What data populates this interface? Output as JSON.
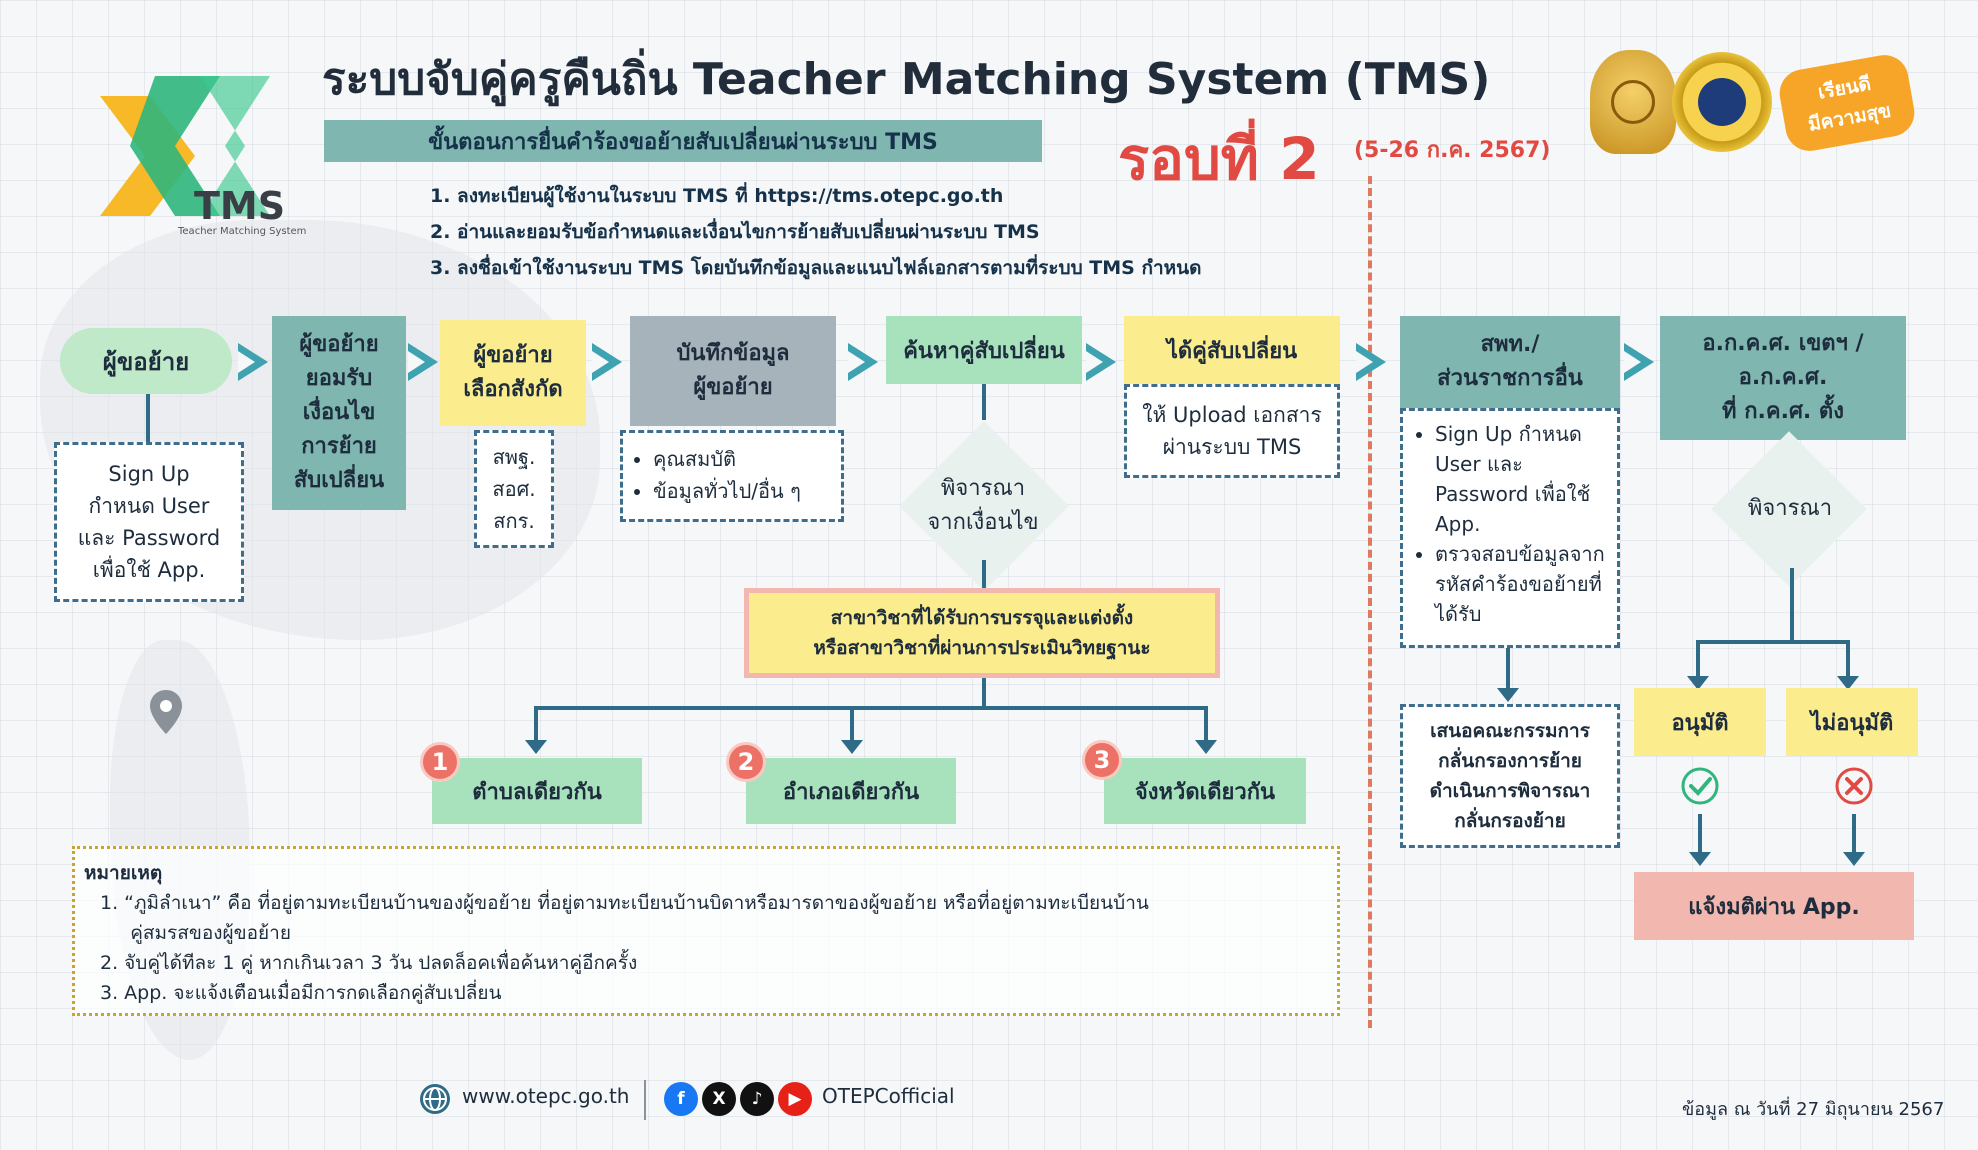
{
  "header": {
    "title": "ระบบจับคู่ครูคืนถิ่น Teacher Matching System (TMS)",
    "subtitle": "ขั้นตอนการยื่นคำร้องขอย้ายสับเปลี่ยนผ่านระบบ TMS",
    "round": "รอบที่ 2",
    "round_date": "(5-26 ก.ค. 2567)",
    "logo_text": "TMS",
    "logo_subtext": "Teacher Matching System",
    "badge_text_1": "เรียนดี",
    "badge_text_2": "มีความสุข"
  },
  "steps": [
    "1.  ลงทะเบียนผู้ใช้งานในระบบ TMS ที่ https://tms.otepc.go.th",
    "2.  อ่านและยอมรับข้อกำหนดและเงื่อนไขการย้ายสับเปลี่ยนผ่านระบบ TMS",
    "3.  ลงชื่อเข้าใช้งานระบบ TMS โดยบันทึกข้อมูลและแนบไฟล์เอกสารตามที่ระบบ TMS กำหนด"
  ],
  "flow": {
    "applicant": "ผู้ขอย้าย",
    "signup_note": [
      "Sign Up",
      "กำหนด User",
      "และ Password",
      "เพื่อใช้ App."
    ],
    "accept": [
      "ผู้ขอย้าย",
      "ยอมรับ",
      "เงื่อนไข",
      "การย้าย",
      "สับเปลี่ยน"
    ],
    "select_agency": [
      "ผู้ขอย้าย",
      "เลือกสังกัด"
    ],
    "agencies": [
      "สพฐ.",
      "สอศ.",
      "สกร."
    ],
    "record": [
      "บันทึกข้อมูล",
      "ผู้ขอย้าย"
    ],
    "record_items": [
      "คุณสมบัติ",
      "ข้อมูลทั่วไป/อื่น ๆ"
    ],
    "search_pair": "ค้นหาคู่สับเปลี่ยน",
    "consider": [
      "พิจารณา",
      "จากเงื่อนไข"
    ],
    "got_pair": "ได้คู่สับเปลี่ยน",
    "upload": [
      "ให้ Upload เอกสาร",
      "ผ่านระบบ TMS"
    ],
    "subject": [
      "สาขาวิชาที่ได้รับการบรรจุและแต่งตั้ง",
      "หรือสาขาวิชาที่ผ่านการประเมินวิทยฐานะ"
    ],
    "options": [
      {
        "num": "1",
        "label": "ตำบลเดียวกัน"
      },
      {
        "num": "2",
        "label": "อำเภอเดียวกัน"
      },
      {
        "num": "3",
        "label": "จังหวัดเดียวกัน"
      }
    ]
  },
  "right_flow": {
    "agency": [
      "สพท./",
      "ส่วนราชการอื่น"
    ],
    "agency_items": [
      "Sign Up กำหนด User และ Password เพื่อใช้ App.",
      "ตรวจสอบข้อมูลจากรหัสคำร้องขอย้ายที่ได้รับ"
    ],
    "committee": [
      "เสนอคณะกรรมการ",
      "กลั่นกรองการย้าย",
      "ดำเนินการพิจารณา",
      "กลั่นกรองย้าย"
    ],
    "akk": [
      "อ.ก.ค.ศ. เขตฯ /",
      "อ.ก.ค.ศ.",
      "ที่ ก.ค.ศ. ตั้ง"
    ],
    "consider": "พิจารณา",
    "approve": "อนุมัติ",
    "reject": "ไม่อนุมัติ",
    "notify": "แจ้งมติผ่าน App."
  },
  "notes": {
    "title": "หมายเหตุ",
    "items": [
      "1. “ภูมิลำเนา” คือ ที่อยู่ตามทะเบียนบ้านของผู้ขอย้าย ที่อยู่ตามทะเบียนบ้านบิดาหรือมารดาของผู้ขอย้าย หรือที่อยู่ตามทะเบียนบ้าน",
      "     คู่สมรสของผู้ขอย้าย",
      "2. จับคู่ได้ทีละ 1 คู่ หากเกินเวลา 3 วัน ปลดล็อคเพื่อค้นหาคู่อีกครั้ง",
      "3. App. จะแจ้งเตือนเมื่อมีการกดเลือกคู่สับเปลี่ยน"
    ]
  },
  "footer": {
    "website": "www.otepc.go.th",
    "social_handle": "OTEPCofficial",
    "date_note": "ข้อมูล ณ วันที่ 27 มิถุนายน 2567"
  },
  "colors": {
    "teal": "#7fb7b0",
    "green": "#a8e2bd",
    "yellow": "#fbec8e",
    "gray": "#a7b3bb",
    "pink": "#f2b8b0",
    "red_accent": "#e04a43",
    "arrow": "#3fa2b0"
  }
}
